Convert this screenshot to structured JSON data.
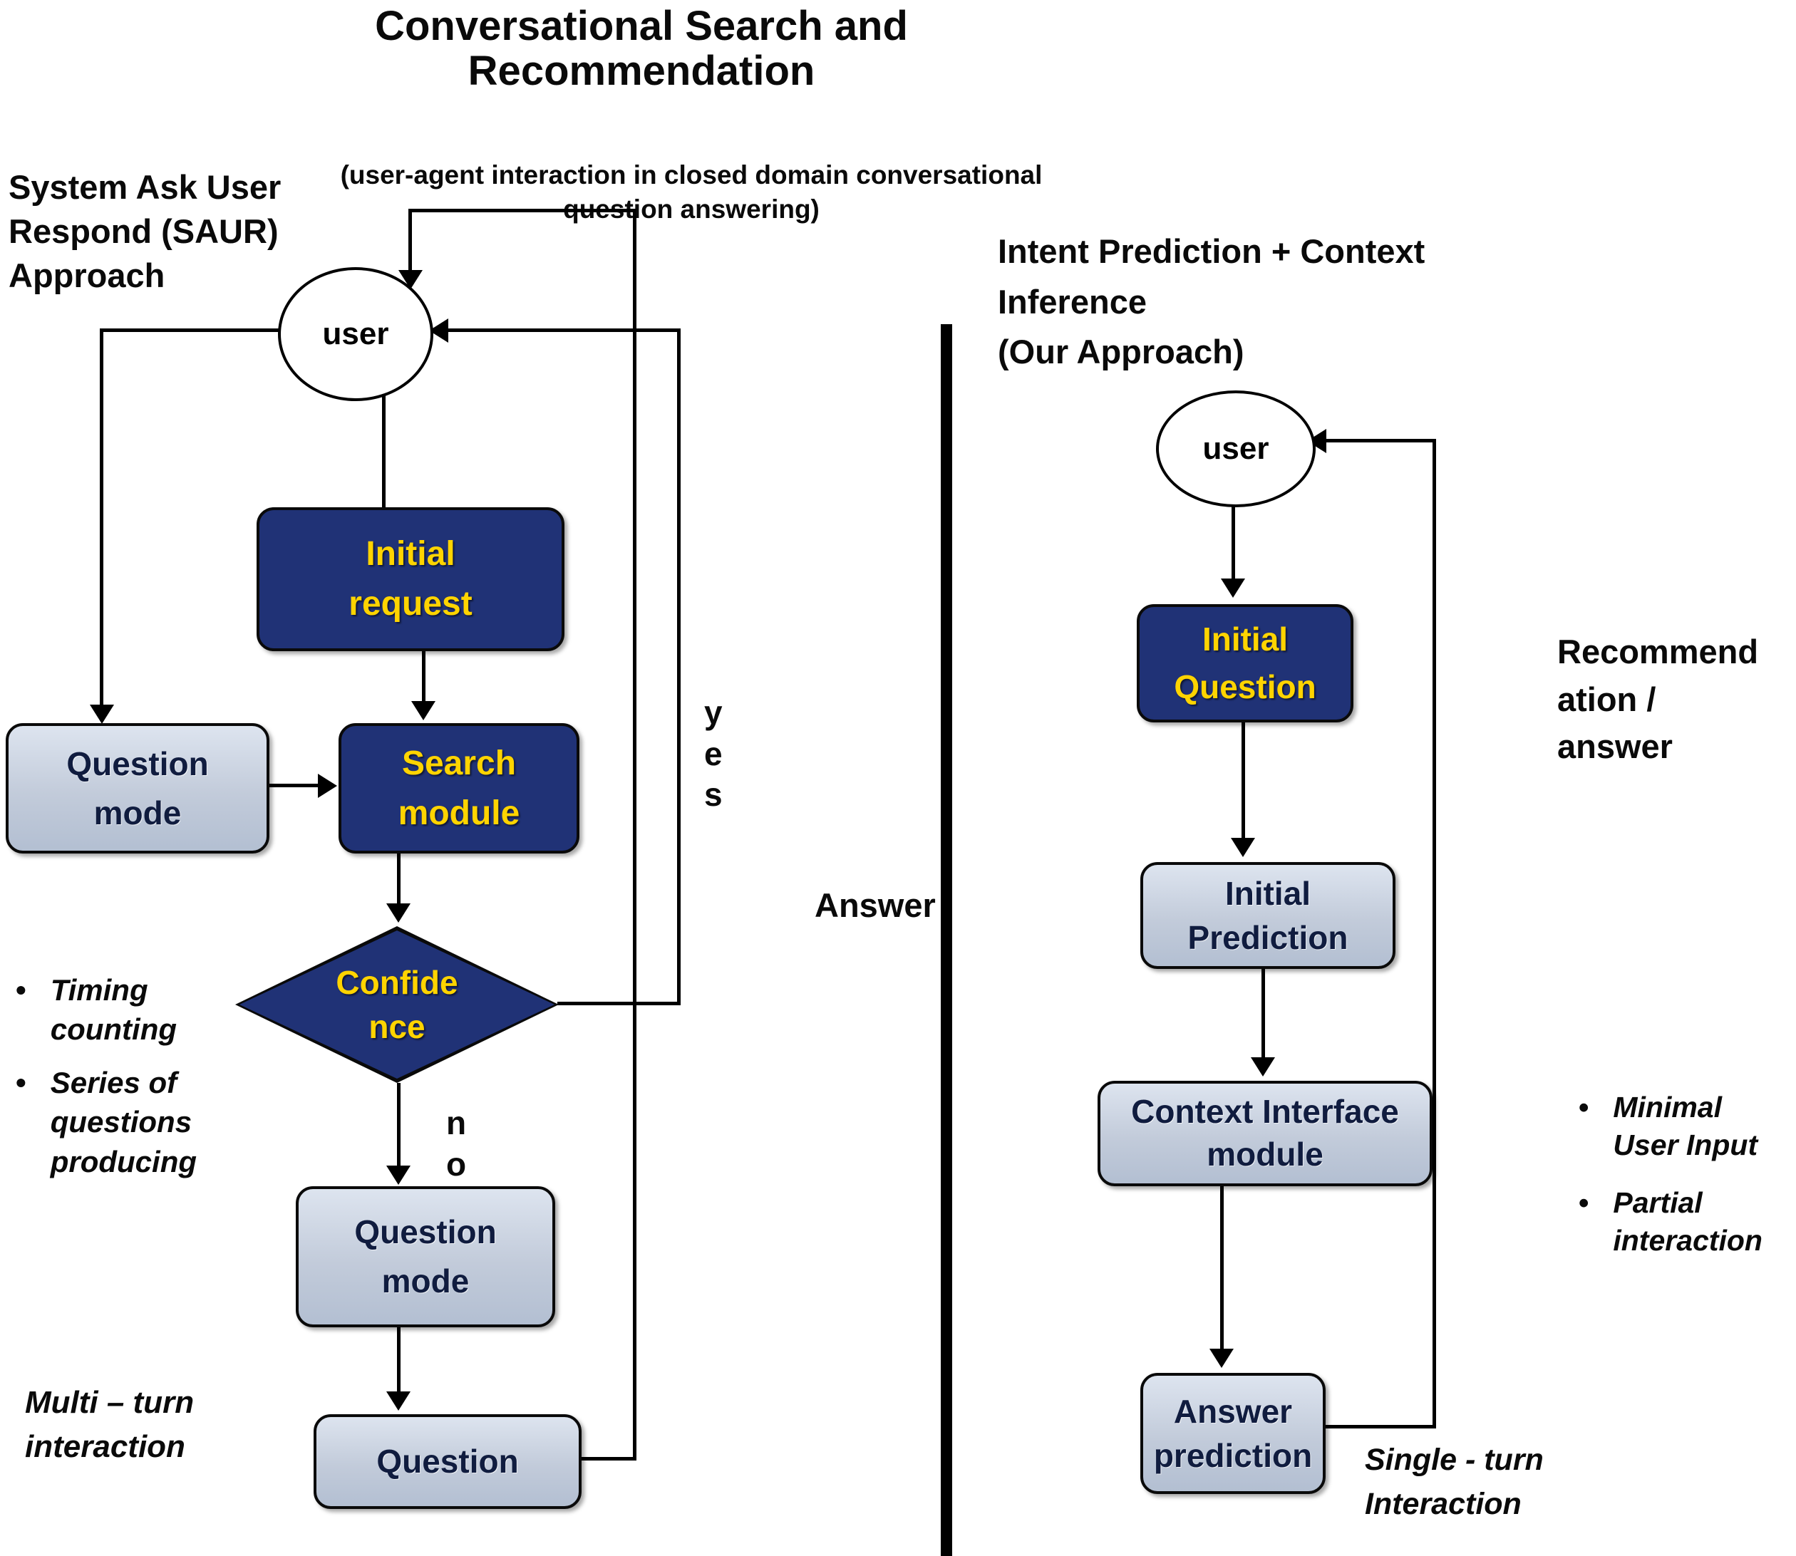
{
  "title": "Conversational Search and\nRecommendation",
  "subtitle": "(user-agent interaction in closed domain conversational\nquestion answering)",
  "divider_label": "Answer",
  "colors": {
    "navy_box": "#203276",
    "yellow_text": "#ffd400",
    "gray_box": "#c2cbda",
    "line": "#000000"
  },
  "left_panel": {
    "heading": "System Ask User\nRespond (SAUR)\nApproach",
    "nodes": {
      "user": "user",
      "initial_request": "Initial\nrequest",
      "question_mode_top": "Question\nmode",
      "search_module": "Search\nmodule",
      "confidence": "Confide\nnce",
      "question_mode_bottom": "Question\nmode",
      "question": "Question"
    },
    "edge_labels": {
      "yes": "y\ne\ns",
      "no": "n\no"
    },
    "bullets": [
      {
        "text": "Timing\ncounting"
      },
      {
        "text": "Series of\nquestions\nproducing"
      }
    ],
    "footer": "Multi – turn\ninteraction"
  },
  "right_panel": {
    "heading": "Intent Prediction + Context\nInference\n(Our Approach)",
    "nodes": {
      "user": "user",
      "initial_question": "Initial\nQuestion",
      "initial_prediction": "Initial\nPrediction",
      "context_interface": "Context Interface\nmodule",
      "answer_prediction": "Answer\nprediction"
    },
    "side_label": "Recommend\nation /\nanswer",
    "bullets": [
      {
        "text": "Minimal\nUser Input"
      },
      {
        "text": "Partial\ninteraction"
      }
    ],
    "footer": "Single - turn\nInteraction"
  }
}
